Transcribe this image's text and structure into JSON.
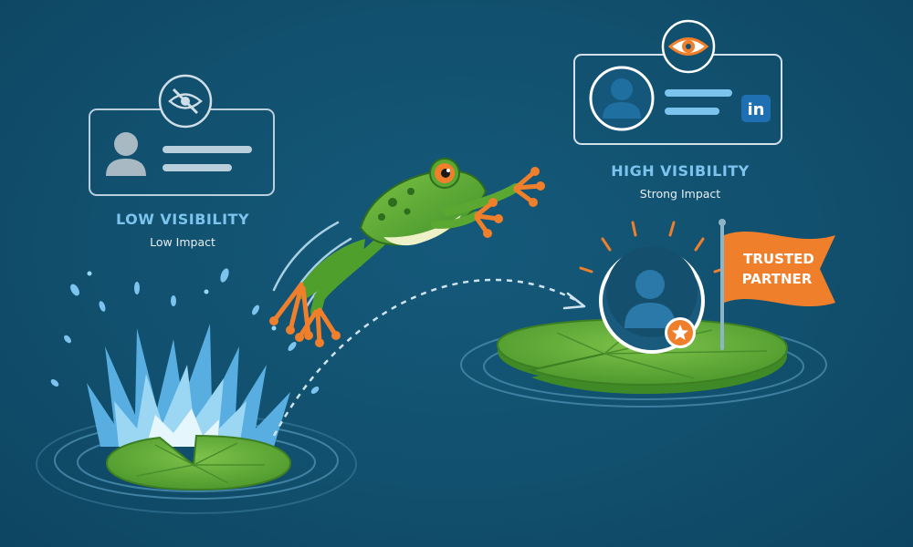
{
  "low": {
    "title": "LOW VISIBILITY",
    "subtitle": "Low Impact",
    "badge_icon": "eye-slash-icon"
  },
  "high": {
    "title": "HIGH VISIBILITY",
    "subtitle": "Strong Impact",
    "badge_icon": "eye-icon",
    "social_logo": "in"
  },
  "flag": {
    "line1": "TRUSTED",
    "line2": "PARTNER"
  },
  "colors": {
    "background": "#11506e",
    "accent_orange": "#f07f2c",
    "label_blue": "#7cc4ee",
    "lily_green": "#6cb33f",
    "frog_green": "#5aa832",
    "linkedin": "#1f6fb3"
  }
}
